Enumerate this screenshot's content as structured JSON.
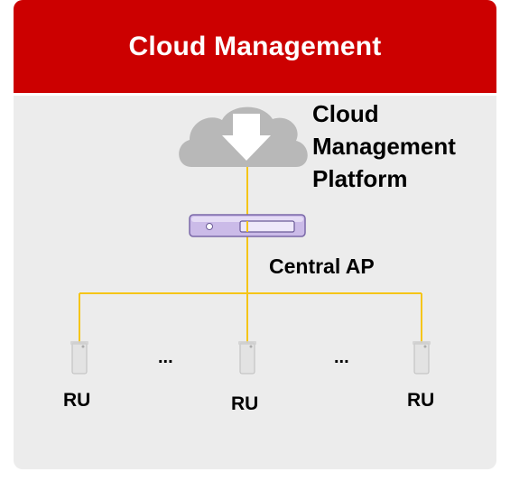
{
  "header": {
    "title": "Cloud Management"
  },
  "cloud_platform": {
    "label_lines": [
      "Cloud",
      "Management",
      "Platform"
    ],
    "icon": "cloud-download-icon"
  },
  "central_ap": {
    "label": "Central AP",
    "icon": "access-point-device-icon"
  },
  "remote_units": [
    {
      "label": "RU",
      "icon": "ru-device-icon"
    },
    {
      "label": "RU",
      "icon": "ru-device-icon"
    },
    {
      "label": "RU",
      "icon": "ru-device-icon"
    }
  ],
  "ellipses": [
    "...",
    "..."
  ],
  "colors": {
    "header": "#cc0000",
    "panel": "#ececec",
    "link_line": "#f5c518",
    "cloud": "#b8b8b8",
    "ap_device": "#c8b8e6"
  }
}
